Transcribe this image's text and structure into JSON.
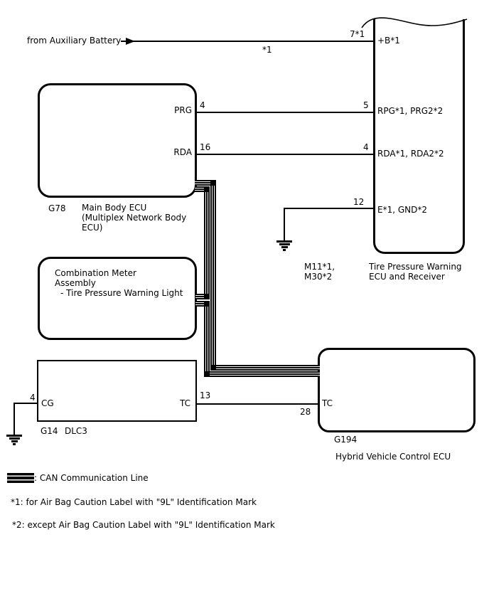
{
  "battery": {
    "source_label": "from Auxiliary Battery",
    "wire_note": "*1"
  },
  "tire_ecu": {
    "pin_b_number": "7*1",
    "pin_b_label": "+B*1",
    "pin_rpg_number": "5",
    "pin_rpg_label": "RPG*1, PRG2*2",
    "pin_rda_number": "4",
    "pin_rda_label": "RDA*1, RDA2*2",
    "pin_e_number": "12",
    "pin_e_label": "E*1, GND*2",
    "connector_line1": "M11*1,",
    "connector_line2": "M30*2",
    "name_line1": "Tire Pressure Warning",
    "name_line2": "ECU and Receiver"
  },
  "main_body_ecu": {
    "pin_prg_label": "PRG",
    "pin_prg_number": "4",
    "pin_rda_label": "RDA",
    "pin_rda_number": "16",
    "code": "G78",
    "name_line1": "Main Body ECU",
    "name_line2": "(Multiplex Network Body",
    "name_line3": "ECU)"
  },
  "combination_meter": {
    "name_line1": "Combination Meter",
    "name_line2": "Assembly",
    "name_line3": "- Tire Pressure Warning Light"
  },
  "dlc3": {
    "pin_cg_number": "4",
    "pin_cg_label": "CG",
    "pin_tc_label": "TC",
    "pin_tc_number": "13",
    "code": "G14",
    "name": "DLC3"
  },
  "hybrid_ecu": {
    "pin_tc_label": "TC",
    "pin_tc_number": "28",
    "code": "G194",
    "name": "Hybrid Vehicle Control ECU"
  },
  "legend": {
    "can_line_label": ": CAN Communication Line",
    "note_1": "*1: for Air Bag Caution Label with \"9L\" Identification Mark",
    "note_2": "*2: except Air Bag Caution Label with \"9L\" Identification Mark"
  },
  "colors": {
    "line": "#000000",
    "background": "#ffffff"
  }
}
